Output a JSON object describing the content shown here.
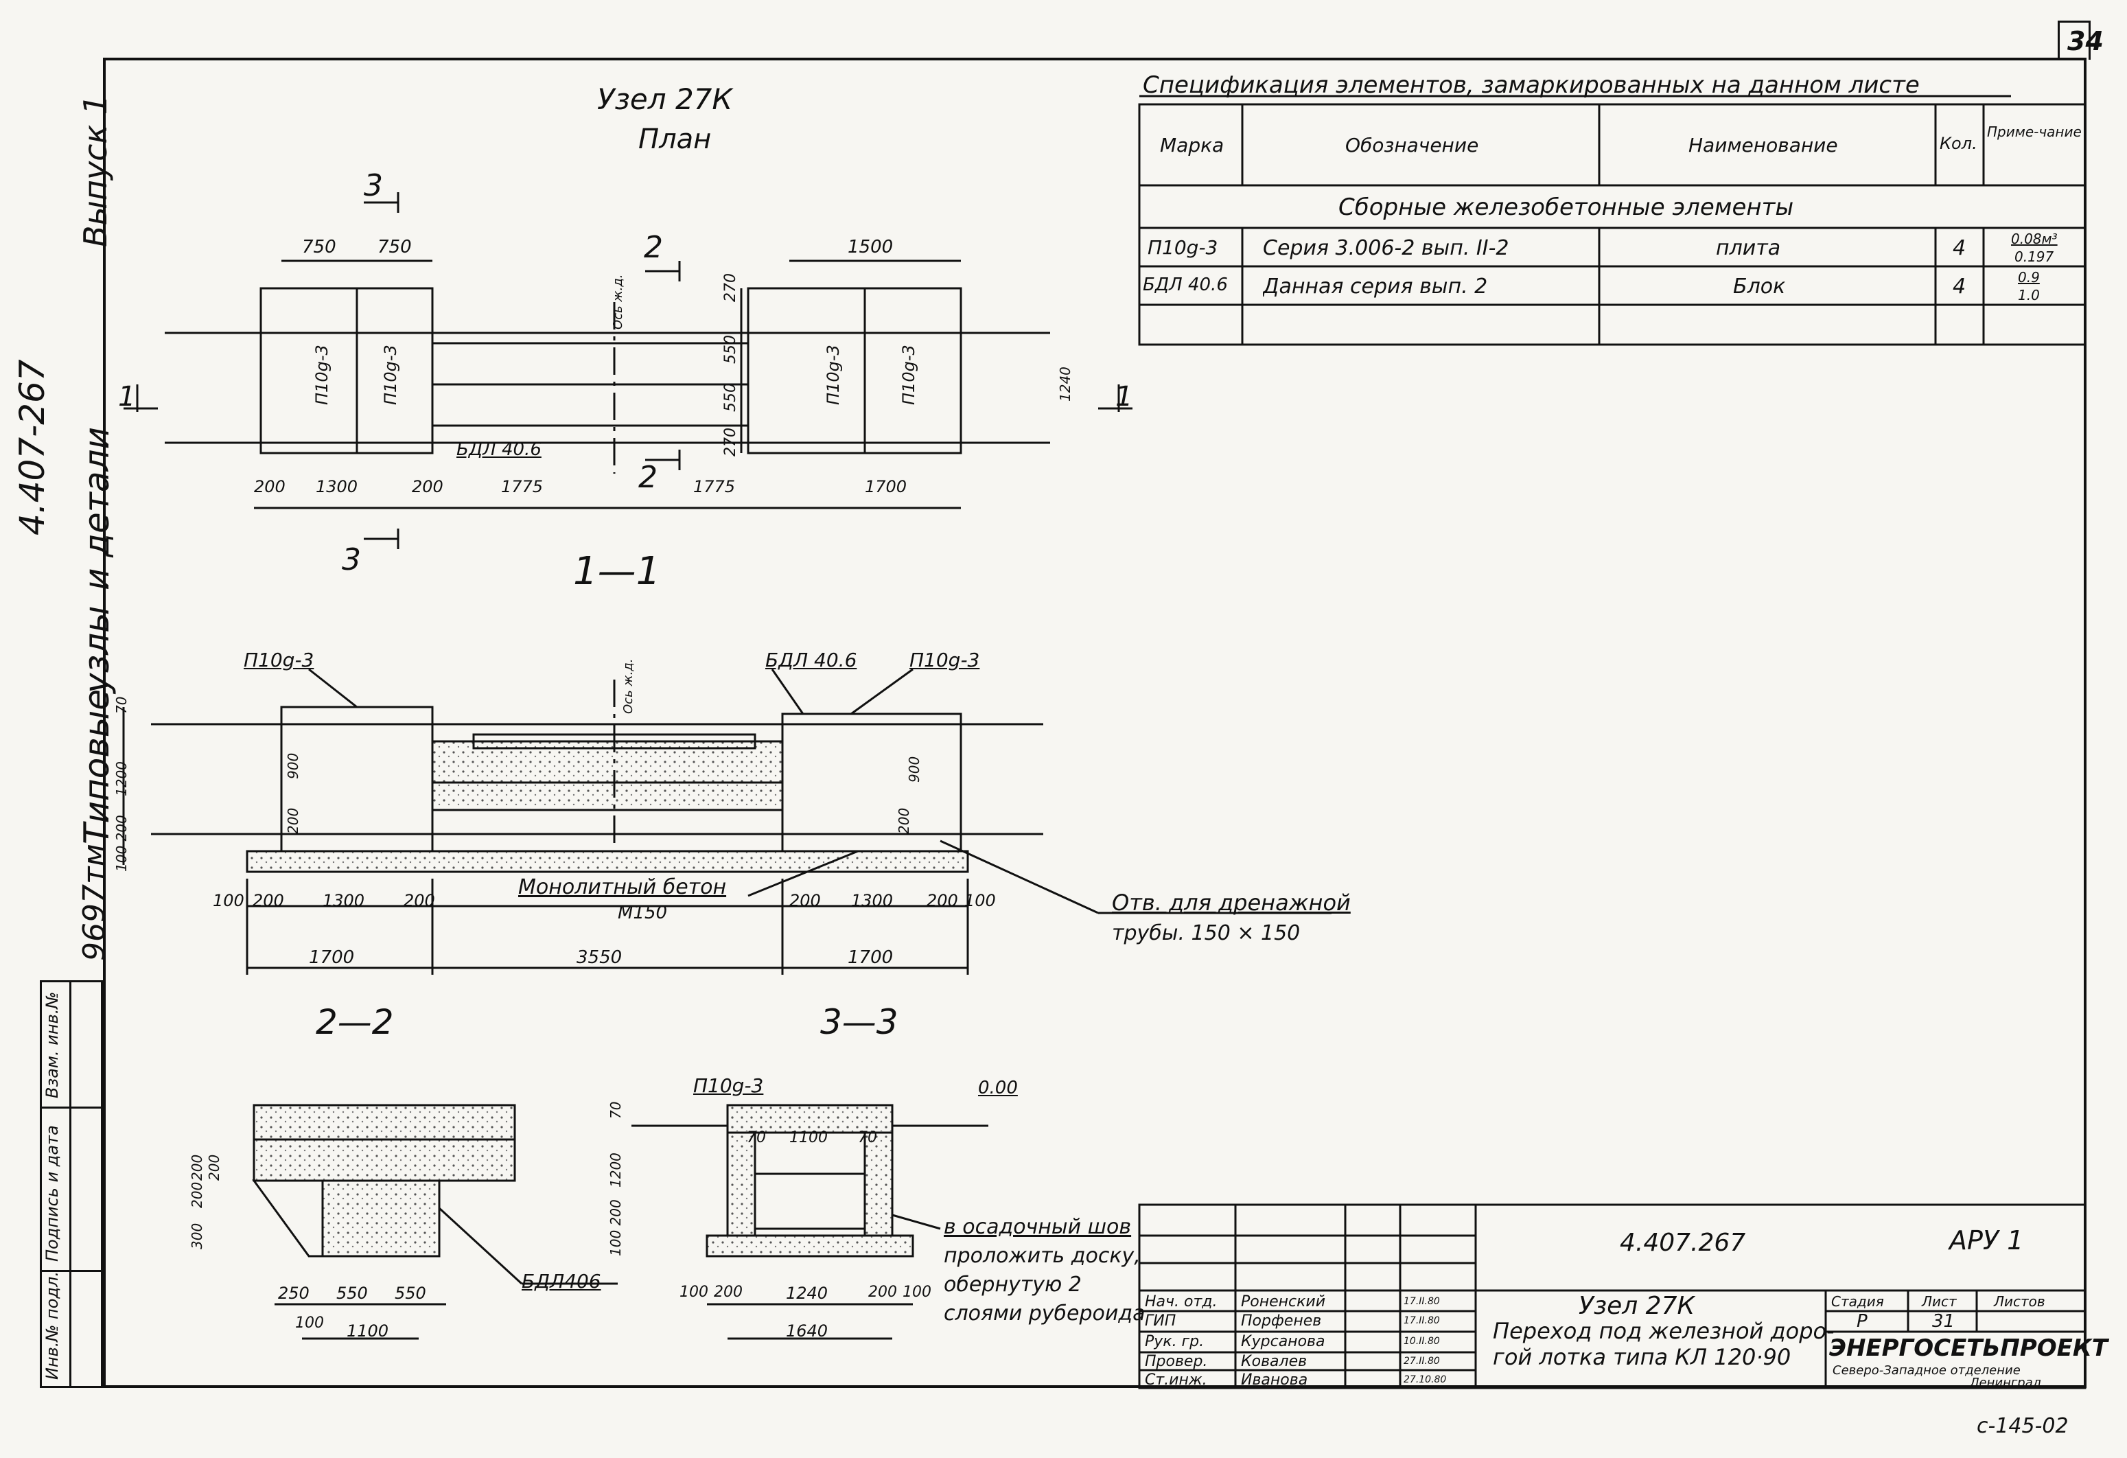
{
  "sheet_number": "34",
  "left_margin": {
    "series": "4.407-267",
    "issue": "Выпуск 1",
    "subject_word_1": "Типовые",
    "subject_word_2": "узлы",
    "subject_word_3": "и детали",
    "inventory_code": "9697тм",
    "stamp_cells": [
      "Взам. инв.№",
      "Подпись и дата",
      "Инв.№ подл."
    ]
  },
  "plan": {
    "title": "Узел 27К",
    "subtitle": "План",
    "dims_top": [
      "750",
      "750",
      "1500"
    ],
    "dims_bottom": [
      "200",
      "1300",
      "200",
      "1775",
      "1775",
      "1700"
    ],
    "dims_right": [
      "270",
      "550",
      "550",
      "270"
    ],
    "element_labels": [
      "П10g-3",
      "П10g-3",
      "П10g-3",
      "П10g-3"
    ],
    "block_label": "БДЛ 40.6",
    "axis_label": "Ось ж.д.",
    "axis_label_right": "1240",
    "section_marks": [
      "3",
      "3",
      "2",
      "2",
      "1",
      "1"
    ]
  },
  "section_1": {
    "title": "1—1",
    "labels": [
      "П10g-3",
      "БДЛ 40.6",
      "П10g-3",
      "Ось ж.д."
    ],
    "dims_left": [
      "70",
      "1200",
      "100 200"
    ],
    "dims_inner": [
      "900",
      "200",
      "900",
      "200"
    ],
    "dims_bottom_row1": [
      "100",
      "200",
      "1300",
      "200",
      "200",
      "1300",
      "200",
      "100"
    ],
    "dims_bottom_row2": [
      "1700",
      "3550",
      "1700"
    ],
    "concrete_note": "Монолитный бетон",
    "concrete_grade": "М150",
    "drain_note_line1": "Отв. для дренажной",
    "drain_note_line2": "трубы. 150 × 150"
  },
  "section_2": {
    "title": "2—2",
    "dims_left": [
      "300",
      "200",
      "200",
      "200"
    ],
    "dims_bottom": [
      "250",
      "550",
      "550",
      "100",
      "1100"
    ],
    "block_label": "БДЛ406"
  },
  "section_3": {
    "title": "3—3",
    "top_label": "П10g-3",
    "level_label": "0.00",
    "dims_inner": [
      "70",
      "1100",
      "70"
    ],
    "dims_left": [
      "70",
      "1200",
      "100 200"
    ],
    "dims_bottom": [
      "100",
      "200",
      "1240",
      "200",
      "100"
    ],
    "dims_total": "1640",
    "joint_note": [
      "в осадочный шов",
      "проложить доску,",
      "обернутую 2",
      "слоями рубероида"
    ]
  },
  "spec_table": {
    "caption": "Спецификация элементов, замаркированных на данном листе",
    "headers": [
      "Марка",
      "Обозначение",
      "Наименование",
      "Кол.",
      "Приме-чание"
    ],
    "group_row": "Сборные железобетонные элементы",
    "rows": [
      {
        "mark": "П10g-3",
        "designation": "Серия 3.006-2 вып. II-2",
        "name": "плита",
        "qty": "4",
        "note_top": "0.08м³",
        "note_bottom": "0.197"
      },
      {
        "mark": "БДЛ 40.6",
        "designation": "Данная серия вып. 2",
        "name": "Блок",
        "qty": "4",
        "note_top": "0.9",
        "note_bottom": "1.0"
      }
    ]
  },
  "title_block": {
    "doc_code": "4.407.267",
    "drawing_code": "АРУ 1",
    "title_line1": "Узел 27К",
    "title_line2": "Переход под железной доро-",
    "title_line3": "гой лотка типа КЛ 120·90",
    "stage_label": "Стадия",
    "sheet_label": "Лист",
    "sheets_label": "Листов",
    "stage_value": "Р",
    "sheet_value": "31",
    "organization": "ЭНЕРГОСЕТЬПРОЕКТ",
    "department_line1": "Северо-Западное отделение",
    "department_line2": "Ленинград",
    "staff": [
      {
        "role": "Нач. отд.",
        "name": "Роненский",
        "date": "17.II.80"
      },
      {
        "role": "ГИП",
        "name": "Порфенев",
        "date": "17.II.80"
      },
      {
        "role": "Рук. гр.",
        "name": "Курсанова",
        "date": "10.II.80"
      },
      {
        "role": "Провер.",
        "name": "Ковалев",
        "date": "27.II.80"
      },
      {
        "role": "Ст.инж.",
        "name": "Иванова",
        "date": "27.10.80"
      }
    ]
  },
  "footer_code": "с-145-02",
  "colors": {
    "ink": "#111111",
    "paper": "#f7f6f2",
    "hatch": "#9a9a9a"
  }
}
